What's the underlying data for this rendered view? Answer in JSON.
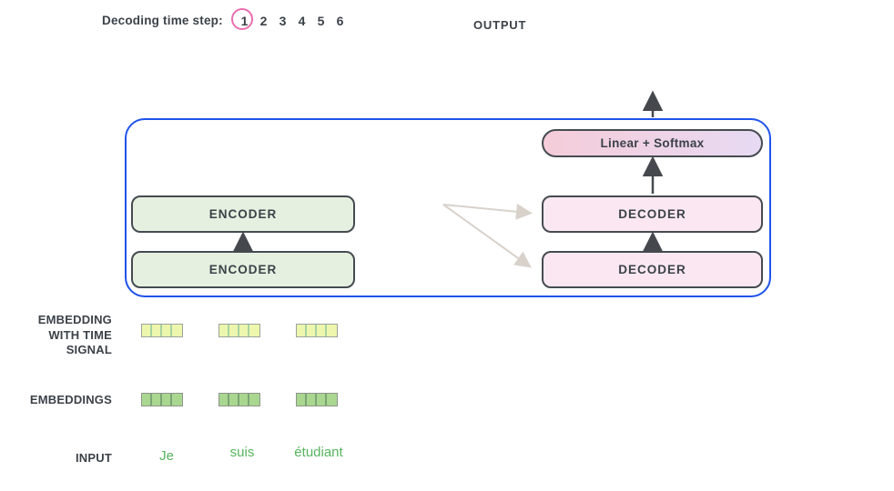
{
  "palette": {
    "text_dark": "#3b4249",
    "box_border": "#454b51",
    "blue_border": "#1e53ec",
    "encoder_fill": "#e6f0e0",
    "decoder_fill": "#fae7f1",
    "linear_grad_left": "#f5ccd9",
    "linear_grad_right": "#e7daf3",
    "circle_pink": "#ea6daf",
    "token_green": "#56b45c",
    "gray_arrow": "#d8d2cb",
    "dark_arrow": "#45494e",
    "time_cell_fill": "#edf6ad",
    "time_cell_border": "#a8d3a2",
    "embed_cell_fill": "#a9d78f",
    "embed_cell_border": "#7ca474"
  },
  "header": {
    "decoding_label": "Decoding time step:",
    "steps": [
      "1",
      "2",
      "3",
      "4",
      "5",
      "6"
    ],
    "active_step": "1",
    "output_label": "OUTPUT"
  },
  "model": {
    "linear_softmax": "Linear + Softmax",
    "encoder_top": "ENCODER",
    "encoder_bottom": "ENCODER",
    "decoder_top": "DECODER",
    "decoder_bottom": "DECODER"
  },
  "labels": {
    "embedding_time_line1": "EMBEDDING",
    "embedding_time_line2": "WITH TIME",
    "embedding_time_line3": "SIGNAL",
    "embeddings": "EMBEDDINGS",
    "input": "INPUT"
  },
  "input_tokens": [
    "Je",
    "suis",
    "étudiant"
  ]
}
